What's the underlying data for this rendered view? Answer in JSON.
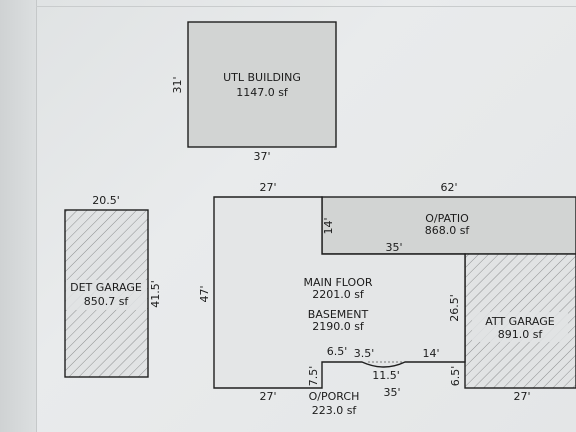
{
  "utl_building": {
    "name": "UTL BUILDING",
    "area": "1147.0 sf",
    "dim_left": "31'",
    "dim_bottom": "37'"
  },
  "det_garage": {
    "name": "DET GARAGE",
    "area": "850.7 sf",
    "dim_top": "20.5'",
    "dim_right": "41.5'"
  },
  "main_house": {
    "floor_label": "MAIN FLOOR",
    "floor_area": "2201.0 sf",
    "basement_label": "BASEMENT",
    "basement_area": "2190.0 sf",
    "dim_top": "27'",
    "dim_left": "47'",
    "dim_bottom_left": "27'",
    "dim_right": "26.5'"
  },
  "patio": {
    "name": "O/PATIO",
    "area": "868.0 sf",
    "dim_top": "62'",
    "dim_left": "14'",
    "dim_bottom": "35'"
  },
  "att_garage": {
    "name": "ATT GARAGE",
    "area": "891.0 sf",
    "dim_bottom": "27'",
    "dim_left": "6.5'"
  },
  "porch": {
    "name": "O/PORCH",
    "area": "223.0 sf",
    "dim_step": "6.5'",
    "dim_arc": "3.5'",
    "dim_right_seg": "14'",
    "dim_arc_width": "11.5'",
    "dim_depth": "7.5'",
    "dim_bottom": "35'"
  },
  "colors": {
    "background": "#e6e8e9",
    "building_fill": "#d2d4d3",
    "hatch_line": "#8e9091",
    "outline": "#1f1f1f"
  }
}
